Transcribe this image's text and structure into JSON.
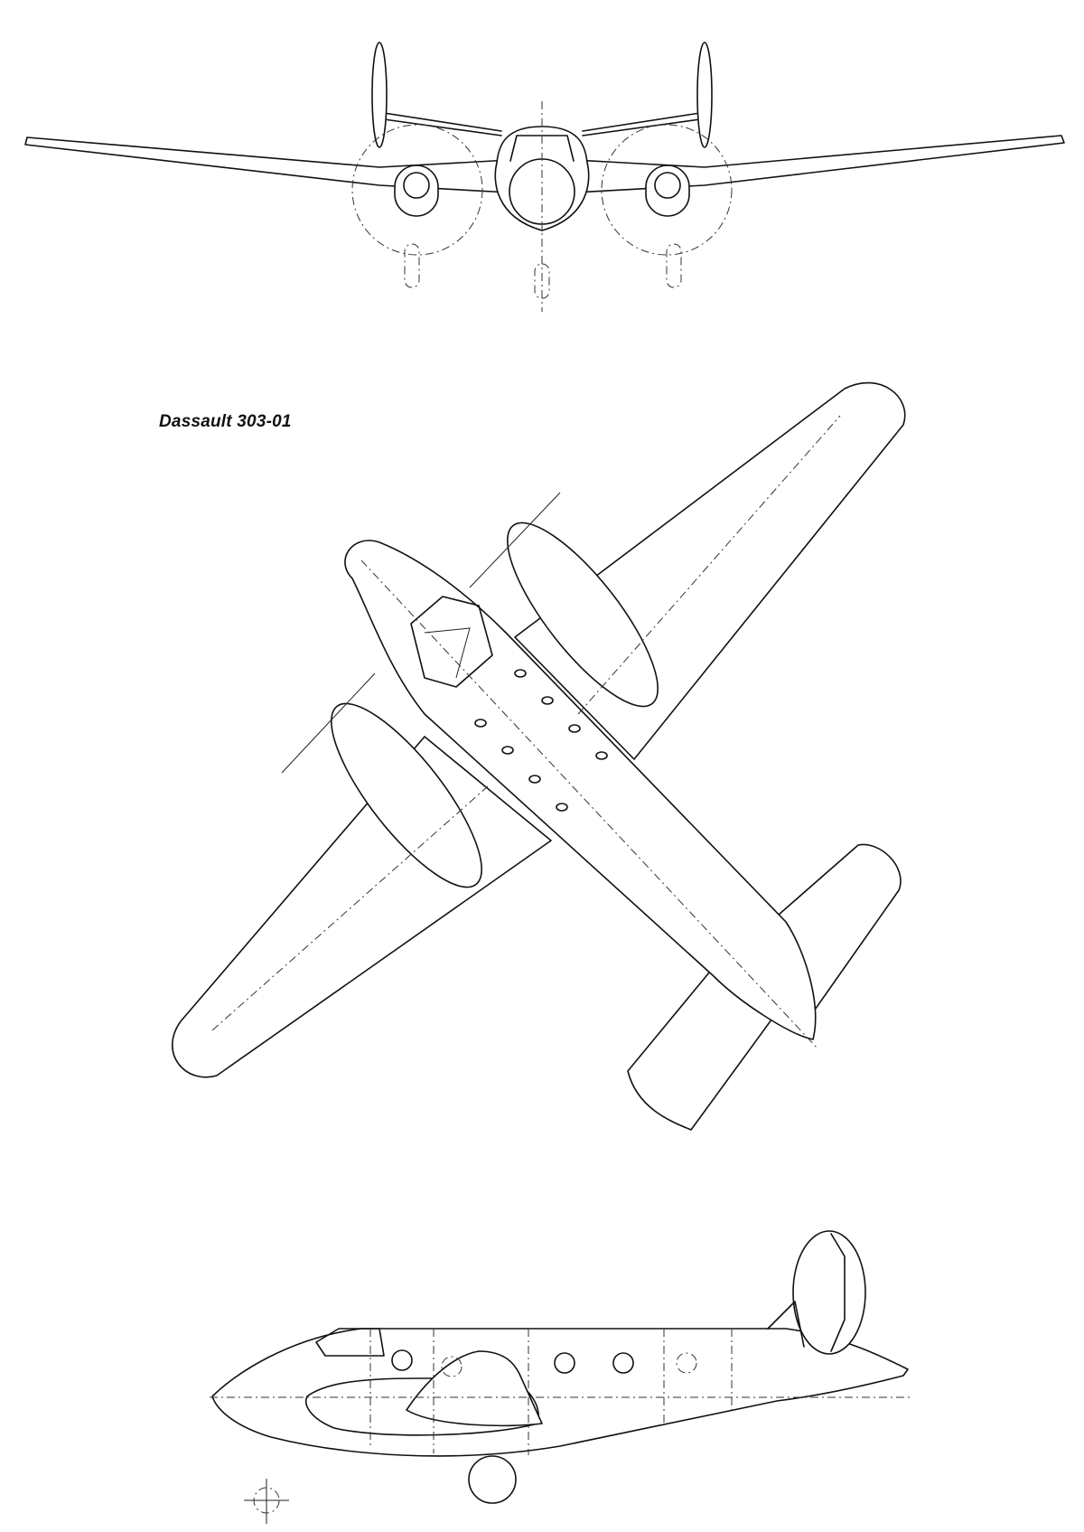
{
  "drawing": {
    "title": "Dassault 303-01",
    "views": [
      "front-view",
      "plan-view",
      "side-view"
    ]
  },
  "colors": {
    "line": "#111111",
    "background": "#ffffff"
  }
}
